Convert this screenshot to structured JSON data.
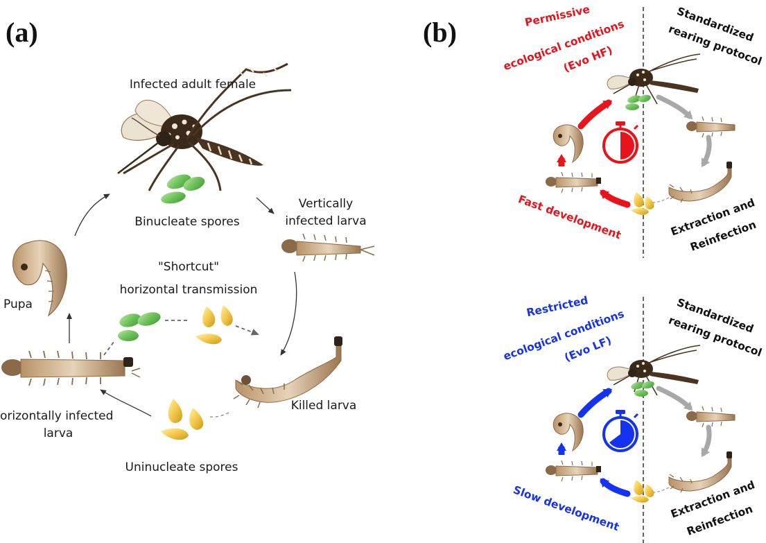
{
  "panel_a": {
    "label": "(a)",
    "stages": {
      "adult": "Infected adult female",
      "binucleate": "Binucleate spores",
      "vertical_1": "Vertically",
      "vertical_2": "infected larva",
      "shortcut_1": "\"Shortcut\"",
      "shortcut_2": "horizontal transmission",
      "pupa": "Pupa",
      "horizontal_1": "orizontally infected",
      "horizontal_2": "larva",
      "killed": "Killed larva",
      "uninucleate": "Uninucleate spores"
    }
  },
  "panel_b": {
    "label": "(b)",
    "top": {
      "condition_1": "Permissive",
      "condition_2": "ecological conditions",
      "condition_3": "(Evo HF)",
      "protocol_1": "Standardized",
      "protocol_2": "rearing protocol",
      "development": "Fast development",
      "extraction_1": "Extraction and",
      "extraction_2": "Reinfection",
      "color": "#e8131b"
    },
    "bottom": {
      "condition_1": "Restricted",
      "condition_2": "ecological conditions",
      "condition_3": "(Evo LF)",
      "protocol_1": "Standardized",
      "protocol_2": "rearing protocol",
      "development": "Slow development",
      "extraction_1": "Extraction and",
      "extraction_2": "Reinfection",
      "color": "#1432f0"
    },
    "gray_arrow_color": "#a8a8a8"
  }
}
